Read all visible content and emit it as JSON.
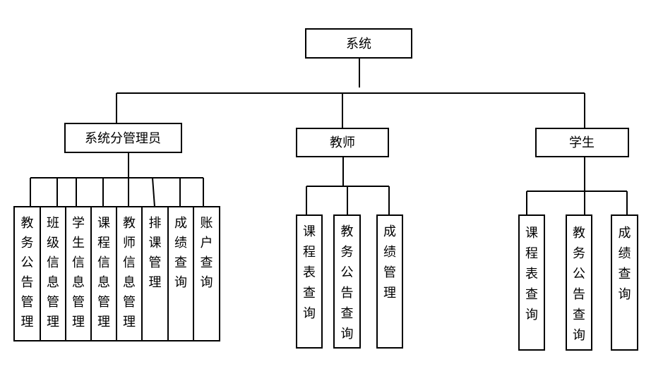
{
  "root": {
    "label": "系统"
  },
  "branches": [
    {
      "label": "系统分管理员",
      "leaves": [
        "教务公告管理",
        "班级信息管理",
        "学生信息管理",
        "课程信息管理",
        "教师信息管理",
        "排课管理",
        "成绩查询",
        "账户查询"
      ]
    },
    {
      "label": "教师",
      "leaves": [
        "课程表查询",
        "教务公告查询",
        "成绩管理"
      ]
    },
    {
      "label": "学生",
      "leaves": [
        "课程表查询",
        "教务公告查询",
        "成绩查询"
      ]
    }
  ]
}
